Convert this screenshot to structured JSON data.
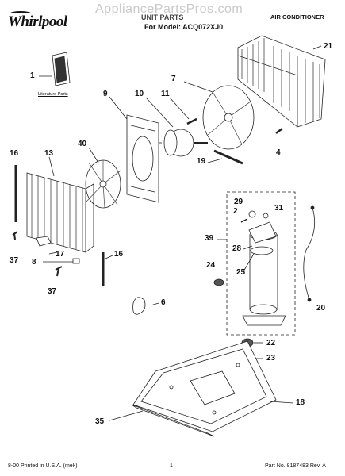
{
  "header": {
    "brand": "Whirlpool",
    "watermark": "AppliancePartsPros.com",
    "page_title": "UNIT PARTS",
    "model_line": "For Model: ACQ072XJ0",
    "product": "AIR CONDITIONER"
  },
  "literature_label": "Literature Parts",
  "callouts": {
    "c1": "1",
    "c2": "2",
    "c4": "4",
    "c6": "6",
    "c7": "7",
    "c8": "8",
    "c9": "9",
    "c10": "10",
    "c11": "11",
    "c13": "13",
    "c16a": "16",
    "c16b": "16",
    "c17": "17",
    "c18": "18",
    "c19": "19",
    "c20": "20",
    "c21": "21",
    "c22": "22",
    "c23": "23",
    "c24": "24",
    "c25": "25",
    "c28": "28",
    "c29": "29",
    "c31": "31",
    "c35": "35",
    "c37a": "37",
    "c37b": "37",
    "c39": "39",
    "c40": "40"
  },
  "footer": {
    "printed": "8-00 Printed in U.S.A. (mek)",
    "page_number": "1",
    "part_number": "Part No. 8187483 Rev. A"
  }
}
